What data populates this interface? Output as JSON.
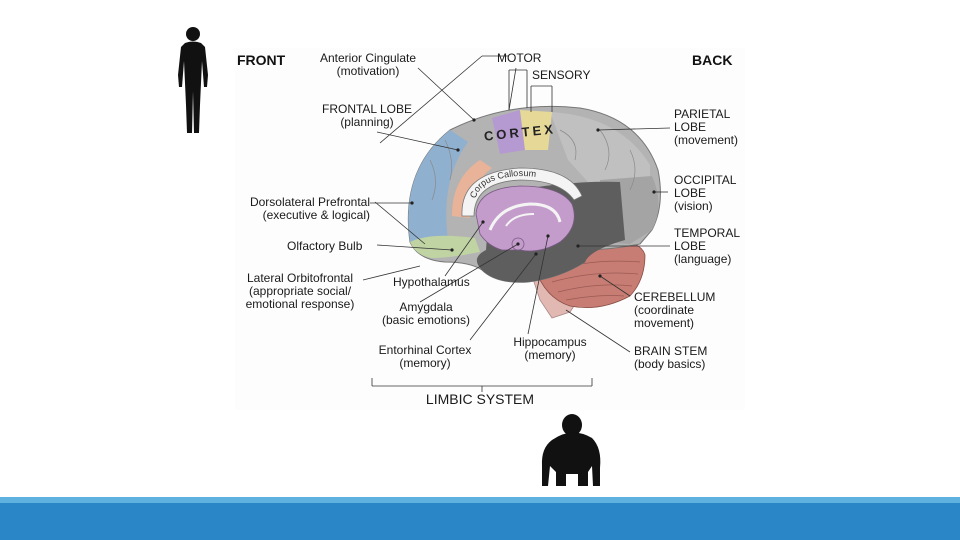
{
  "headers": {
    "front": "FRONT",
    "back": "BACK"
  },
  "regions": {
    "cortex": "CORTEX",
    "corpus_callosum": "Corpus Callosum"
  },
  "labels": {
    "anterior_cingulate": {
      "name": "Anterior Cingulate",
      "detail": "(motivation)"
    },
    "motor": {
      "name": "MOTOR"
    },
    "sensory": {
      "name": "SENSORY"
    },
    "frontal_lobe": {
      "name": "FRONTAL LOBE",
      "detail": "(planning)"
    },
    "parietal_lobe": {
      "name": "PARIETAL",
      "name2": "LOBE",
      "detail": "(movement)"
    },
    "occipital_lobe": {
      "name": "OCCIPITAL",
      "name2": "LOBE",
      "detail": "(vision)"
    },
    "temporal_lobe": {
      "name": "TEMPORAL",
      "name2": "LOBE",
      "detail": "(language)"
    },
    "dorsolateral_prefrontal": {
      "name": "Dorsolateral Prefrontal",
      "detail": "(executive & logical)"
    },
    "olfactory_bulb": {
      "name": "Olfactory Bulb"
    },
    "lateral_orbitofrontal": {
      "name": "Lateral Orbitofrontal",
      "detail": "(appropriate social/",
      "detail2": "emotional response)"
    },
    "hypothalamus": {
      "name": "Hypothalamus"
    },
    "amygdala": {
      "name": "Amygdala",
      "detail": "(basic emotions)"
    },
    "entorhinal_cortex": {
      "name": "Entorhinal Cortex",
      "detail": "(memory)"
    },
    "hippocampus": {
      "name": "Hippocampus",
      "detail": "(memory)"
    },
    "cerebellum": {
      "name": "CEREBELLUM",
      "detail": "(coordinate",
      "detail2": "movement)"
    },
    "brain_stem": {
      "name": "BRAIN STEM",
      "detail": "(body basics)"
    },
    "limbic_system": {
      "name": "LIMBIC SYSTEM"
    }
  },
  "icons": {
    "human": "human-silhouette-icon",
    "ape": "ape-silhouette-icon"
  },
  "colors": {
    "prefrontal_blue": "#8fb0cf",
    "motor_purple": "#b49ad0",
    "sensory_yellow": "#e6d998",
    "limbic_purple": "#c49ccb",
    "salmon": "#e9b39a",
    "olfactory_green": "#bfd3a3",
    "cerebellum_red": "#c77d73",
    "brainstem_pink": "#e2b8b2",
    "gray_light": "#b3b3b3",
    "gray_mid": "#8e8e8e",
    "gray_dark": "#5e5e5e",
    "footer_light": "#5fb2e0",
    "footer_dark": "#2a86c6"
  }
}
